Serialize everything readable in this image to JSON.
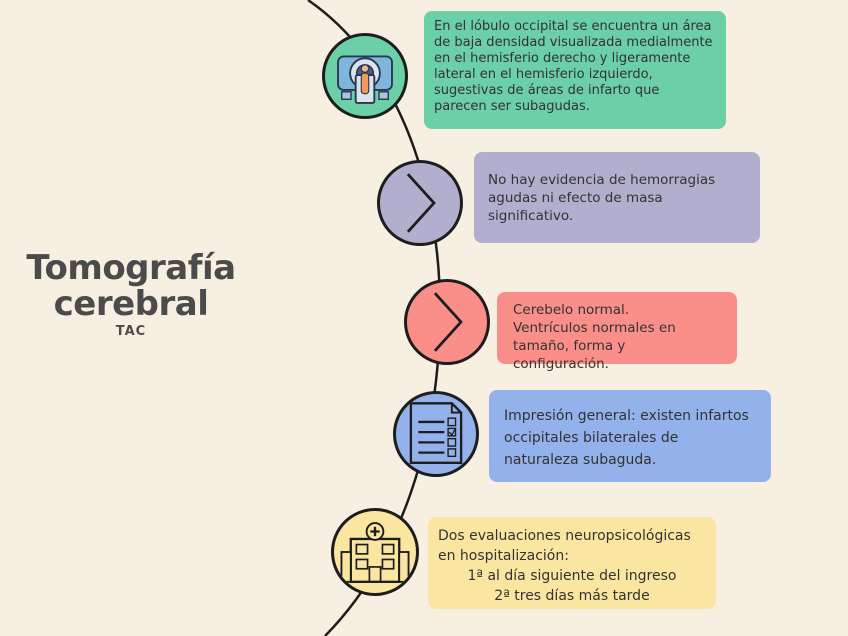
{
  "title": {
    "main_line1": "Tomografía",
    "main_line2": "cerebral",
    "sub": "TAC"
  },
  "steps": [
    {
      "icon": "ct-scanner-icon",
      "color": "#6bcfa8",
      "text": "En el lóbulo occipital se encuentra un área de baja densidad visualizada medialmente en el hemisferio derecho y ligeramente lateral en el hemisferio izquierdo, sugestivas de áreas de infarto que parecen ser subagudas."
    },
    {
      "icon": "chevron-right-icon",
      "color": "#b1afcd",
      "text": "No hay evidencia de hemorragias agudas ni efecto de masa significativo."
    },
    {
      "icon": "chevron-right-icon",
      "color": "#fa8f8a",
      "line1": "Cerebelo normal.",
      "line2": "Ventrículos normales en tamaño, forma y configuración."
    },
    {
      "icon": "checklist-icon",
      "color": "#93b1ea",
      "text": "Impresión general: existen infartos occipitales bilaterales de naturaleza subaguda."
    },
    {
      "icon": "hospital-icon",
      "color": "#fbe6a1",
      "line1": "Dos evaluaciones neuropsicológicas en hospitalización:",
      "line2": "1ª al día siguiente del ingreso",
      "line3": "2ª tres días más tarde"
    }
  ]
}
